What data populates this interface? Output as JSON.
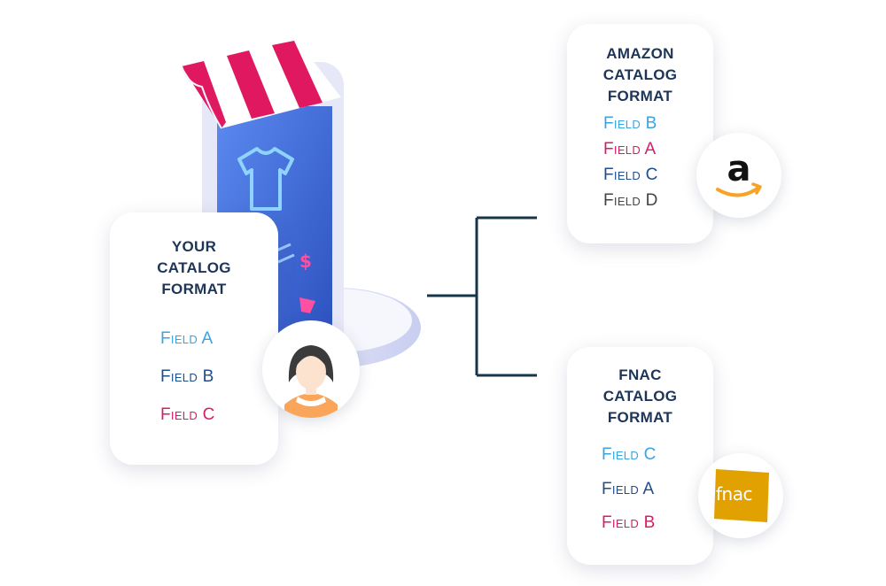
{
  "source": {
    "title_lines": [
      "YOUR",
      "CATALOG",
      "FORMAT"
    ],
    "fields": [
      {
        "label": "Field A",
        "color": "#3aa3e3"
      },
      {
        "label": "Field B",
        "color": "#1f4e8c"
      },
      {
        "label": "Field C",
        "color": "#d81b6a"
      }
    ],
    "badge_icon": "user-avatar-icon"
  },
  "amazon": {
    "title_lines": [
      "AMAZON",
      "CATALOG",
      "FORMAT"
    ],
    "fields": [
      {
        "label": "Field B",
        "color": "#3aa3e3"
      },
      {
        "label": "Field A",
        "color": "#d81b6a"
      },
      {
        "label": "Field C",
        "color": "#1f4e8c"
      },
      {
        "label": "Field D",
        "color": "#444444"
      }
    ],
    "logo_text": "a",
    "smile_color": "#f7a325"
  },
  "fnac": {
    "title_lines": [
      "FNAC",
      "CATALOG",
      "FORMAT"
    ],
    "fields": [
      {
        "label": "Field C",
        "color": "#3aa3e3"
      },
      {
        "label": "Field A",
        "color": "#1f4e8c"
      },
      {
        "label": "Field B",
        "color": "#d81b6a"
      }
    ],
    "logo_text": "fnac",
    "logo_color": "#e1a100"
  },
  "colors": {
    "connector": "#17364a",
    "awning_pink": "#e0185f",
    "screen_blue": "#3a6fd8"
  }
}
